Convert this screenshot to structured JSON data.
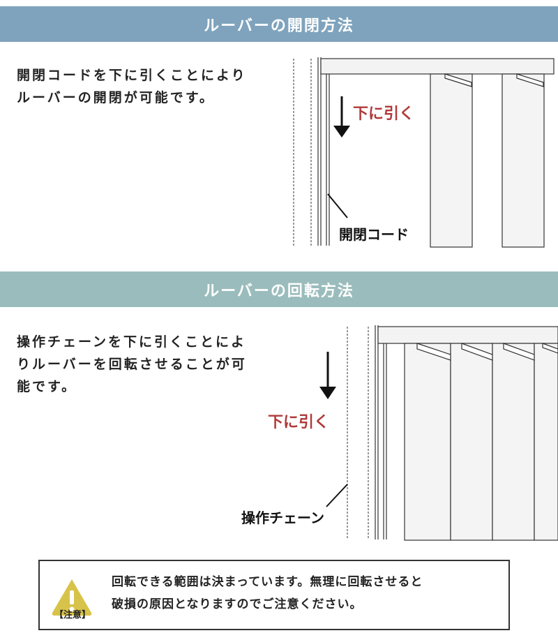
{
  "section1": {
    "title": "ルーバーの開閉方法",
    "description": "開閉コードを下に引くことによりルーバーの開閉が可能です。",
    "pull_label": "下に引く",
    "cord_label": "開閉コード"
  },
  "section2": {
    "title": "ルーバーの回転方法",
    "description": "操作チェーンを下に引くことによりルーバーを回転させることが可能です。",
    "pull_label": "下に引く",
    "chain_label": "操作チェーン"
  },
  "caution": {
    "tag": "【注意】",
    "line1": "回転できる範囲は決まっています。無理に回転させると",
    "line2": "破損の原因となりますのでご注意ください。",
    "icon": "warning-triangle-icon"
  },
  "colors": {
    "banner1": "#7fa3bd",
    "banner2": "#9bbcbc",
    "accent_red": "#b03a3a",
    "warning_yellow": "#d8c34a"
  }
}
